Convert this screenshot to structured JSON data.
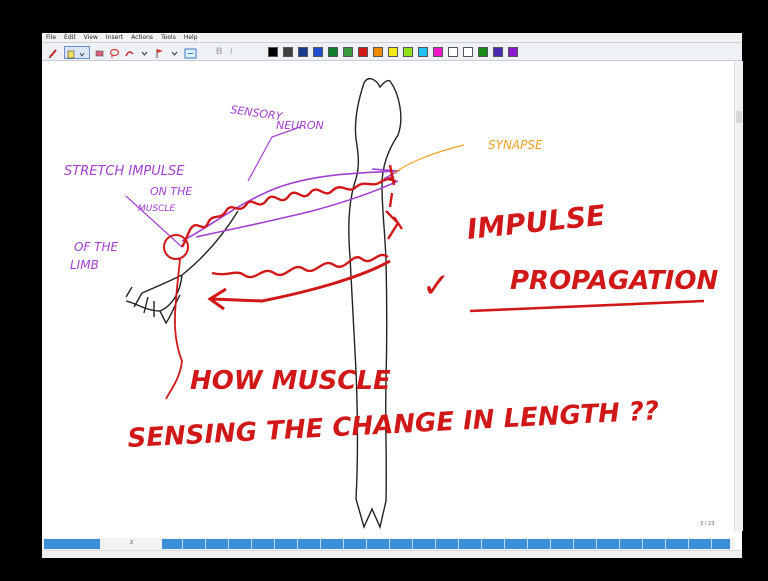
{
  "menu": [
    "File",
    "Edit",
    "View",
    "Insert",
    "Actions",
    "Tools",
    "Help"
  ],
  "toolbar": {
    "tools": [
      "pen-icon",
      "highlighter-icon",
      "eraser-icon",
      "lasso-icon",
      "shape-icon",
      "insert-space-icon",
      "bold-icon",
      "italic-icon"
    ],
    "bold": "B",
    "italic": "I",
    "swatches": [
      "#000000",
      "#404040",
      "#1a3b8c",
      "#1f4fd0",
      "#0f7a2a",
      "#3a9a3a",
      "#d01818",
      "#f08a00",
      "#f5e81a",
      "#8ee21a",
      "#22c0f0",
      "#f018c8",
      "#ffffff",
      "#ffffff",
      "#1a8a1a",
      "#4a2ab0",
      "#8a1ad0"
    ]
  },
  "notes": {
    "sensory": "SENSORY",
    "neuron": "NEURON",
    "synapse": "SYNAPSE",
    "stretch": "STRETCH IMPULSE",
    "on_the": "ON THE",
    "muscle": "MUSCLE",
    "of_the": "OF THE",
    "limb": "LIMB",
    "impulse": "IMPULSE",
    "propagation": "PROPAGATION",
    "check": "✓",
    "how_muscle": "HOW MUSCLE",
    "sensing": "SENSING THE CHANGE IN LENGTH ??"
  },
  "colors": {
    "red": "#d01818",
    "purple": "#a040d0",
    "orange": "#f0a020",
    "black": "#222222"
  },
  "page_indicator": "3 / 23",
  "current_page": "3"
}
